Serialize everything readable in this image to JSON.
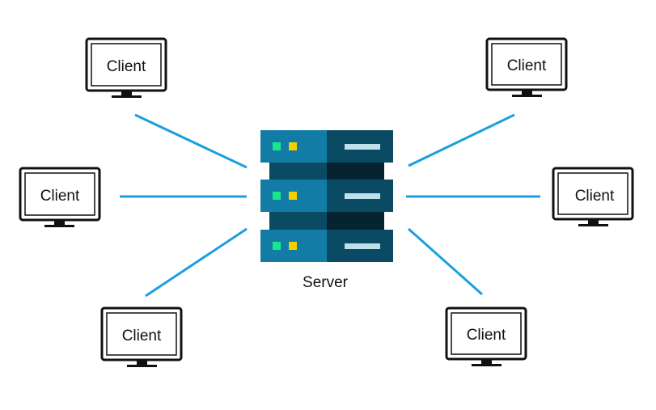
{
  "diagram": {
    "server": {
      "label": "Server"
    },
    "clients": [
      {
        "label": "Client"
      },
      {
        "label": "Client"
      },
      {
        "label": "Client"
      },
      {
        "label": "Client"
      },
      {
        "label": "Client"
      },
      {
        "label": "Client"
      }
    ]
  },
  "colors": {
    "connector": "#1a9fe0",
    "server_front": "#127ca6",
    "server_back": "#0b4a63",
    "server_gap_front": "#0b4a63",
    "server_gap_back": "#062331",
    "led_green": "#19e68c",
    "led_yellow": "#f5d000",
    "slot": "#bfe0ea",
    "monitor": "#111111"
  }
}
